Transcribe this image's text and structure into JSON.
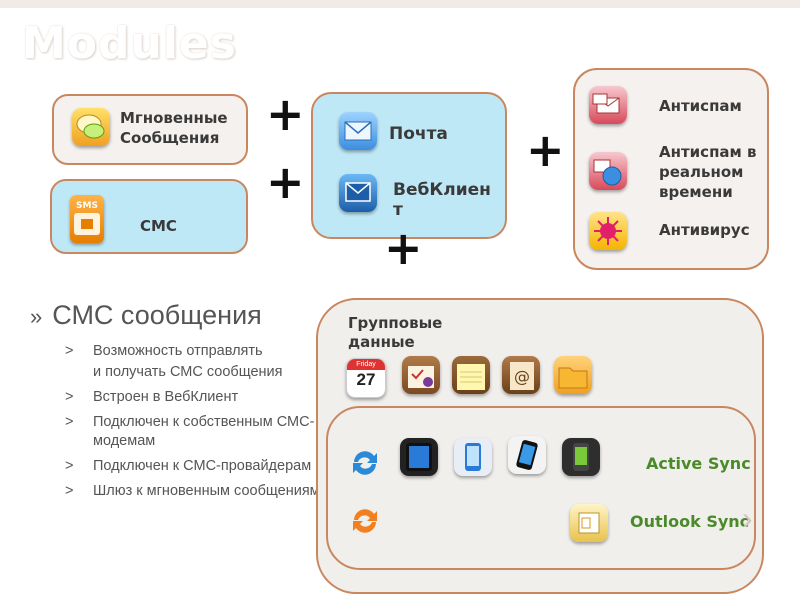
{
  "slide": {
    "title": "Modules"
  },
  "modules": {
    "im_label": "Мгновенные Сообщения",
    "sms_label": "СМС",
    "mail_label": "Почта",
    "webclient_label": "ВебКлиент",
    "antispam_label": "Антиспам",
    "antispam_rt_label": "Антиспам в реальном времени",
    "antivirus_label": "Антивирус",
    "plus": "+"
  },
  "group": {
    "label": "Групповые данные",
    "calendar_day": "27",
    "calendar_month": "Friday"
  },
  "sync": {
    "active_sync": "Active Sync",
    "outlook_sync": "Outlook Sync"
  },
  "sms_section": {
    "marker": "»",
    "heading": "СМС сообщения",
    "items": [
      "Возможность отправлять",
      "и получать СМС сообщения",
      "Встроен в ВебКлиент",
      "Подключен к собственным СМС-модемам",
      "Подключен к СМС-провайдерам",
      "Шлюз к мгновенным сообщениям"
    ],
    "item_marker": ">"
  },
  "colors": {
    "border": "#c9875f",
    "blue_fill": "#bfe8f7",
    "sync_text": "#4b8a2a"
  }
}
